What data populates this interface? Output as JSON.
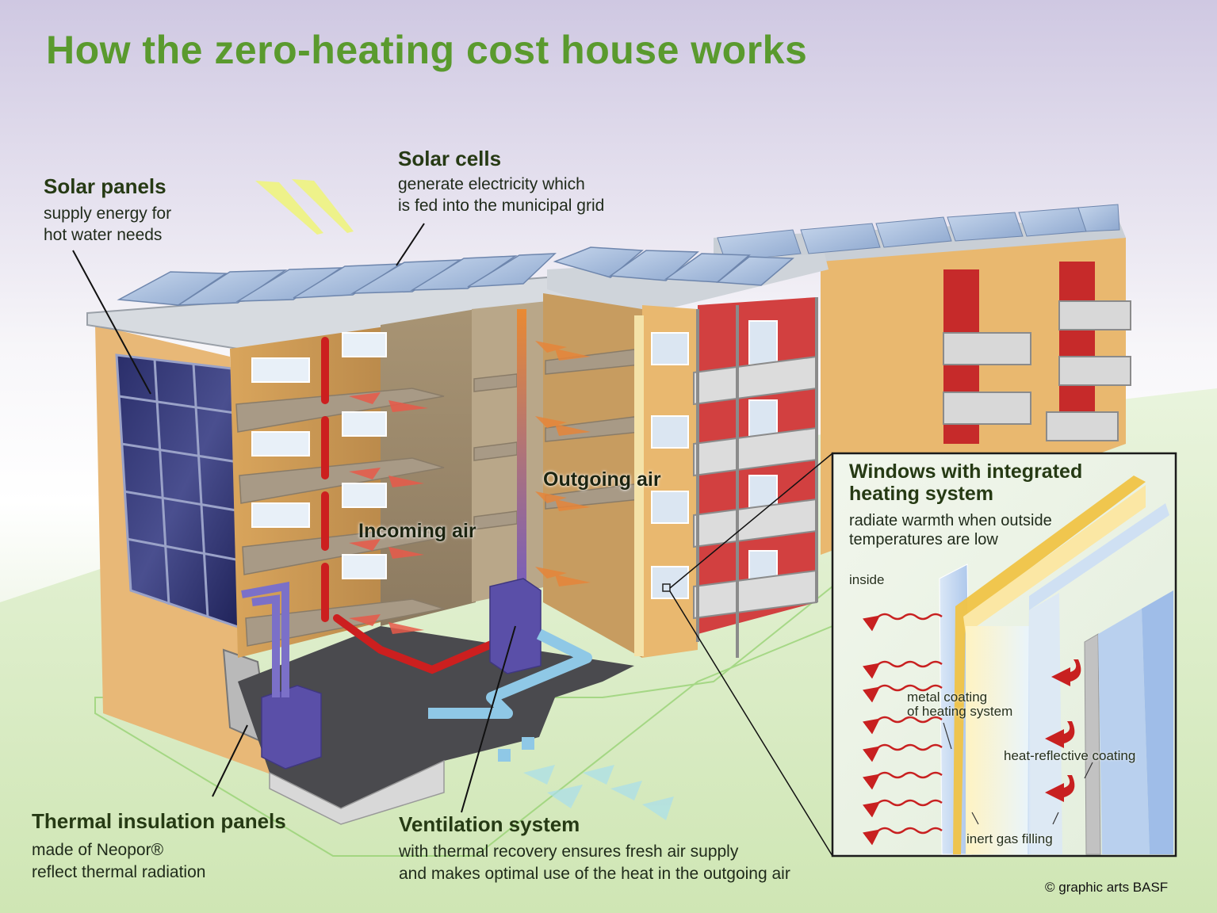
{
  "title": "How the zero-heating cost house works",
  "solar_panels": {
    "heading": "Solar panels",
    "line1": "supply energy for",
    "line2": "hot water needs"
  },
  "solar_cells": {
    "heading": "Solar cells",
    "line1": "generate electricity which",
    "line2": "is fed into the municipal grid"
  },
  "air": {
    "incoming": "Incoming air",
    "outgoing": "Outgoing air"
  },
  "thermal_insulation": {
    "heading": "Thermal insulation panels",
    "line1": "made of Neopor®",
    "line2": "reflect thermal radiation"
  },
  "ventilation": {
    "heading": "Ventilation system",
    "line1": "with thermal recovery ensures fresh air supply",
    "line2": "and makes optimal use of the heat in the outgoing air"
  },
  "windows_inset": {
    "heading1": "Windows with integrated",
    "heading2": "heating system",
    "line1": "radiate warmth when outside",
    "line2": "temperatures are low",
    "inside": "inside",
    "metal_coating1": "metal coating",
    "metal_coating2": "of heating system",
    "heat_reflective": "heat-reflective coating",
    "inert_gas": "inert gas filling"
  },
  "credit": "© graphic arts BASF",
  "colors": {
    "title_green": "#5a9a2e",
    "wall_tan": "#e8b877",
    "floor_slab": "#a89a86",
    "heating_pipe_red": "#cc1f1f",
    "exhaust_pipe_orange": "#e07a2a",
    "duct_purple": "#5a4fa8",
    "fresh_air_duct": "#8fc8e6",
    "ground_green": "#cfe6b4"
  }
}
